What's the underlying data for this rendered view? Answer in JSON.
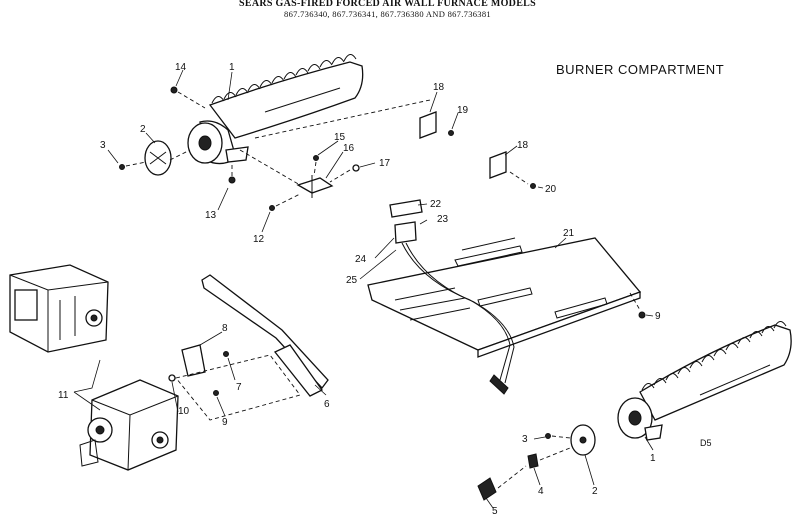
{
  "header": {
    "title": "SEARS GAS-FIRED FORCED AIR WALL FURNACE MODELS",
    "models": "867.736340, 867.736341, 867.736380 AND 867.736381"
  },
  "section_title": "BURNER COMPARTMENT",
  "corner_code": "D5",
  "callouts": [
    "1",
    "2",
    "3",
    "14",
    "15",
    "16",
    "17",
    "18",
    "19",
    "18",
    "20",
    "13",
    "12",
    "22",
    "23",
    "21",
    "24",
    "25",
    "9",
    "8",
    "7",
    "11",
    "10",
    "9",
    "6",
    "3",
    "1",
    "4",
    "2",
    "5"
  ]
}
